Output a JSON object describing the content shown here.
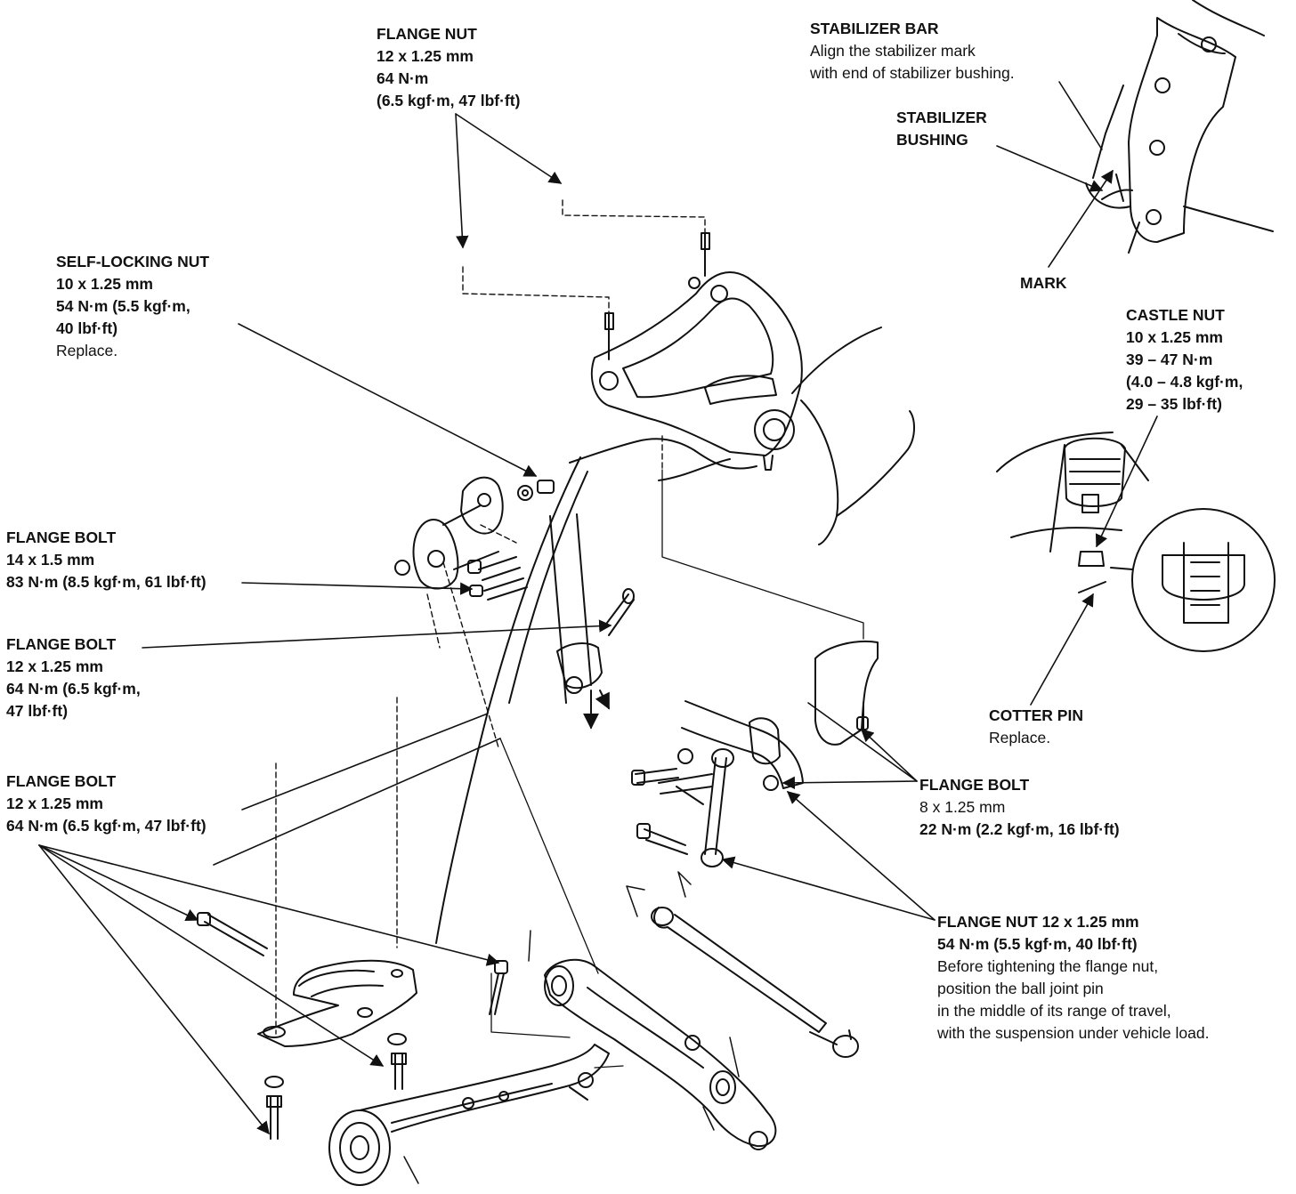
{
  "diagram": {
    "colors": {
      "ink": "#111111",
      "paper": "#ffffff"
    }
  },
  "callouts": {
    "flange_nut_top": [
      "FLANGE NUT",
      "12 x 1.25 mm",
      "64 N·m",
      "(6.5 kgf·m, 47 lbf·ft)"
    ],
    "stabilizer_bar": {
      "title": "STABILIZER BAR",
      "notes": [
        "Align the stabilizer mark",
        "with end of stabilizer bushing."
      ]
    },
    "stabilizer_bushing": [
      "STABILIZER",
      "BUSHING"
    ],
    "mark": "MARK",
    "self_locking_nut": {
      "specs": [
        "SELF-LOCKING NUT",
        "10 x 1.25 mm",
        "54 N·m (5.5 kgf·m,",
        "40 lbf·ft)"
      ],
      "note": "Replace."
    },
    "castle_nut": [
      "CASTLE NUT",
      "10 x 1.25 mm",
      "39 – 47 N·m",
      "(4.0 – 4.8 kgf·m,",
      "29 – 35 lbf·ft)"
    ],
    "flange_bolt_14": [
      "FLANGE BOLT",
      "14 x 1.5 mm",
      "83 N·m (8.5 kgf·m, 61 lbf·ft)"
    ],
    "flange_bolt_12a": [
      "FLANGE BOLT",
      "12 x 1.25 mm",
      "64 N·m (6.5 kgf·m,",
      "47 lbf·ft)"
    ],
    "cotter_pin": {
      "title": "COTTER PIN",
      "note": "Replace."
    },
    "flange_bolt_8": {
      "title": "FLANGE BOLT",
      "specs": [
        "8 x 1.25 mm",
        "22 N·m (2.2 kgf·m, 16 lbf·ft)"
      ]
    },
    "flange_bolt_12b": [
      "FLANGE BOLT",
      "12 x 1.25 mm",
      "64 N·m (6.5 kgf·m, 47 lbf·ft)"
    ],
    "flange_nut_bottom": {
      "specs": [
        "FLANGE NUT 12 x 1.25 mm",
        "54 N·m (5.5 kgf·m, 40 lbf·ft)"
      ],
      "notes": [
        "Before tightening the flange nut,",
        "position the ball joint pin",
        "in the middle of its range of travel,",
        "with the suspension under vehicle load."
      ]
    }
  }
}
